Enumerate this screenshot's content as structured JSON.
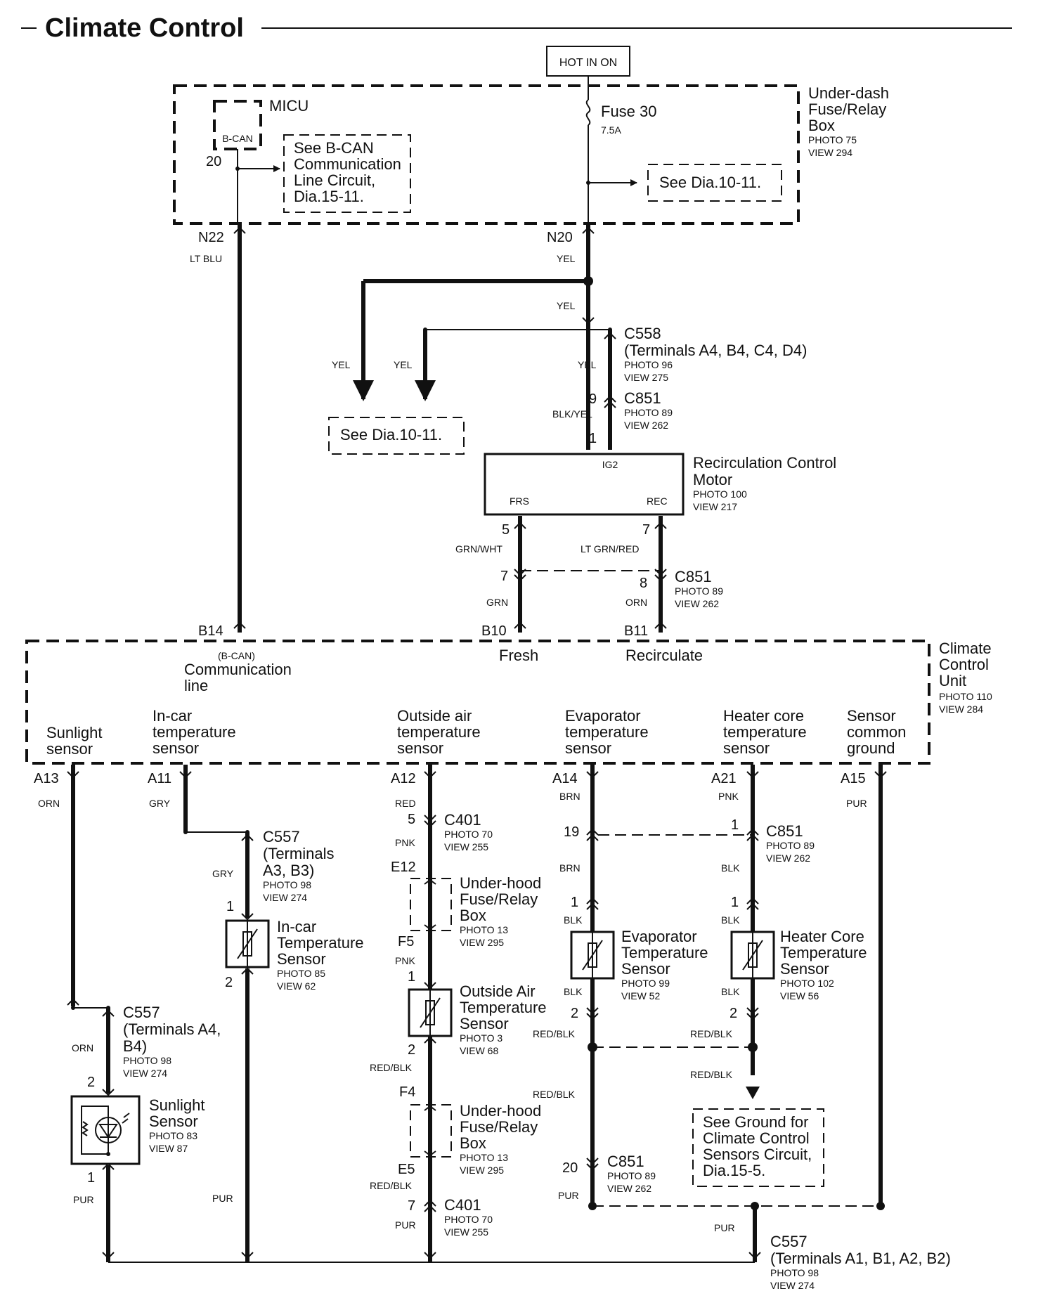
{
  "title": "Climate Control",
  "hot_in_on": "HOT IN ON",
  "fuse_box": {
    "name1": "Under-dash",
    "name2": "Fuse/Relay",
    "name3": "Box",
    "photo": "PHOTO 75",
    "view": "VIEW 294"
  },
  "micu": {
    "label": "MICU",
    "bcan": "B-CAN",
    "pin": "20"
  },
  "bcan_ref": {
    "l1": "See B-CAN",
    "l2": "Communication",
    "l3": "Line Circuit,",
    "l4": "Dia.15-11."
  },
  "fuse30": {
    "label": "Fuse 30",
    "rating": "7.5A"
  },
  "see_dia_10_11": "See Dia.10-11.",
  "n22": {
    "pin": "N22",
    "color": "LT BLU"
  },
  "n20": {
    "pin": "N20",
    "color": "YEL"
  },
  "yel": "YEL",
  "c558": {
    "label": "C558",
    "terminals": "(Terminals A4, B4, C4, D4)",
    "photo": "PHOTO 96",
    "view": "VIEW 275"
  },
  "c851_top": {
    "label": "C851",
    "photo": "PHOTO 89",
    "view": "VIEW 262",
    "pin_top": "9",
    "pin_bottom": "1",
    "color": "BLK/YEL"
  },
  "recirc_motor": {
    "name1": "Recirculation Control",
    "name2": "Motor",
    "photo": "PHOTO 100",
    "view": "VIEW 217",
    "ig2": "IG2",
    "frs": "FRS",
    "rec": "REC"
  },
  "motor_out": {
    "pin5": "5",
    "pin7": "7",
    "color_left": "GRN/WHT",
    "color_right": "LT GRN/RED"
  },
  "c851_mid": {
    "label": "C851",
    "photo": "PHOTO 89",
    "view": "VIEW 262",
    "pin7": "7",
    "pin8": "8",
    "color_left": "GRN",
    "color_right": "ORN"
  },
  "ccu": {
    "name1": "Climate",
    "name2": "Control",
    "name3": "Unit",
    "photo": "PHOTO 110",
    "view": "VIEW 284",
    "b14": "B14",
    "b10": "B10",
    "b11": "B11",
    "bcan": "(B-CAN)",
    "comm1": "Communication",
    "comm2": "line",
    "fresh": "Fresh",
    "recirculate": "Recirculate",
    "sunlight1": "Sunlight",
    "sunlight2": "sensor",
    "incar1": "In-car",
    "incar2": "temperature",
    "incar3": "sensor",
    "outside1": "Outside air",
    "outside2": "temperature",
    "outside3": "sensor",
    "evap1": "Evaporator",
    "evap2": "temperature",
    "evap3": "sensor",
    "heater1": "Heater core",
    "heater2": "temperature",
    "heater3": "sensor",
    "common1": "Sensor",
    "common2": "common",
    "common3": "ground",
    "a13": "A13",
    "a11": "A11",
    "a12": "A12",
    "a14": "A14",
    "a21": "A21",
    "a15": "A15"
  },
  "wire": {
    "orn": "ORN",
    "gry": "GRY",
    "red": "RED",
    "pnk": "PNK",
    "brn": "BRN",
    "blk": "BLK",
    "pur": "PUR",
    "redblk": "RED/BLK"
  },
  "c557_incar": {
    "label": "C557",
    "t1": "(Terminals",
    "t2": "A3, B3)",
    "photo": "PHOTO 98",
    "view": "VIEW 274"
  },
  "incar_sensor": {
    "name1": "In-car",
    "name2": "Temperature",
    "name3": "Sensor",
    "photo": "PHOTO 85",
    "view": "VIEW 62",
    "pin1": "1",
    "pin2": "2"
  },
  "c557_sun": {
    "label": "C557",
    "t1": "(Terminals A4,",
    "t2": "B4)",
    "photo": "PHOTO 98",
    "view": "VIEW 274"
  },
  "sun_sensor": {
    "name1": "Sunlight",
    "name2": "Sensor",
    "photo": "PHOTO 83",
    "view": "VIEW 87",
    "pin2": "2",
    "pin1": "1"
  },
  "c401_top": {
    "label": "C401",
    "photo": "PHOTO 70",
    "view": "VIEW 255",
    "pin": "5"
  },
  "underhood1": {
    "pin_top": "E12",
    "pin_bottom": "F5",
    "name1": "Under-hood",
    "name2": "Fuse/Relay",
    "name3": "Box",
    "photo": "PHOTO 13",
    "view": "VIEW 295"
  },
  "outside_sensor": {
    "name1": "Outside Air",
    "name2": "Temperature",
    "name3": "Sensor",
    "photo": "PHOTO 3",
    "view": "VIEW 68",
    "pin1": "1",
    "pin2": "2"
  },
  "underhood2": {
    "pin_top": "F4",
    "pin_bottom": "E5",
    "name1": "Under-hood",
    "name2": "Fuse/Relay",
    "name3": "Box",
    "photo": "PHOTO 13",
    "view": "VIEW 295"
  },
  "c401_bot": {
    "label": "C401",
    "photo": "PHOTO 70",
    "view": "VIEW 255",
    "pin": "7"
  },
  "c851_low": {
    "label": "C851",
    "photo": "PHOTO 89",
    "view": "VIEW 262",
    "pin19": "19",
    "pin1": "1"
  },
  "evap_sensor": {
    "name1": "Evaporator",
    "name2": "Temperature",
    "name3": "Sensor",
    "photo": "PHOTO 99",
    "view": "VIEW 52",
    "pin1": "1",
    "pin2": "2"
  },
  "heater_sensor": {
    "name1": "Heater Core",
    "name2": "Temperature",
    "name3": "Sensor",
    "photo": "PHOTO 102",
    "view": "VIEW 56",
    "pin1": "1",
    "pin2": "2"
  },
  "ground_ref": {
    "l1": "See Ground for",
    "l2": "Climate Control",
    "l3": "Sensors Circuit,",
    "l4": "Dia.15-5."
  },
  "c851_bot": {
    "label": "C851",
    "photo": "PHOTO 89",
    "view": "VIEW 262",
    "pin": "20"
  },
  "c557_bot": {
    "label": "C557",
    "terminals": "(Terminals A1, B1, A2, B2)",
    "photo": "PHOTO 98",
    "view": "VIEW 274"
  }
}
